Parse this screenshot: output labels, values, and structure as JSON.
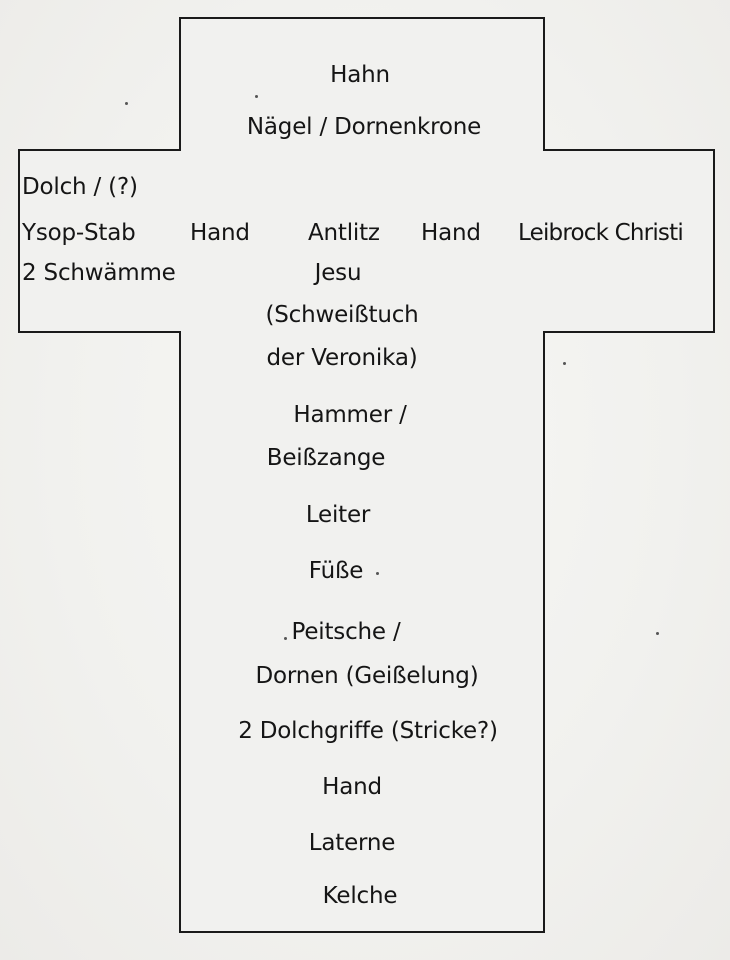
{
  "cross": {
    "outline_color": "#1a1a1a",
    "fill_color": "#f1f1ef"
  },
  "labels": {
    "hahn": "Hahn",
    "naegel_dornenkrone": "Nägel / Dornenkrone",
    "dolch": "Dolch / (?)",
    "ysop_stab": "Ysop-Stab",
    "hand_left": "Hand",
    "antlitz": "Antlitz",
    "hand_right": "Hand",
    "leibrock": "Leibrock Christi",
    "schwaemme": "2 Schwämme",
    "jesu": "Jesu",
    "schweisstuch": "(Schweißtuch",
    "veronika": "der Veronika)",
    "hammer": "Hammer /",
    "beisszange": "Beißzange",
    "leiter": "Leiter",
    "fuesse": "Füße",
    "peitsche": "Peitsche /",
    "dornen_geisselung": "Dornen (Geißelung)",
    "dolchgriffe": "2 Dolchgriffe (Stricke?)",
    "hand_lower": "Hand",
    "laterne": "Laterne",
    "kelche": "Kelche"
  }
}
